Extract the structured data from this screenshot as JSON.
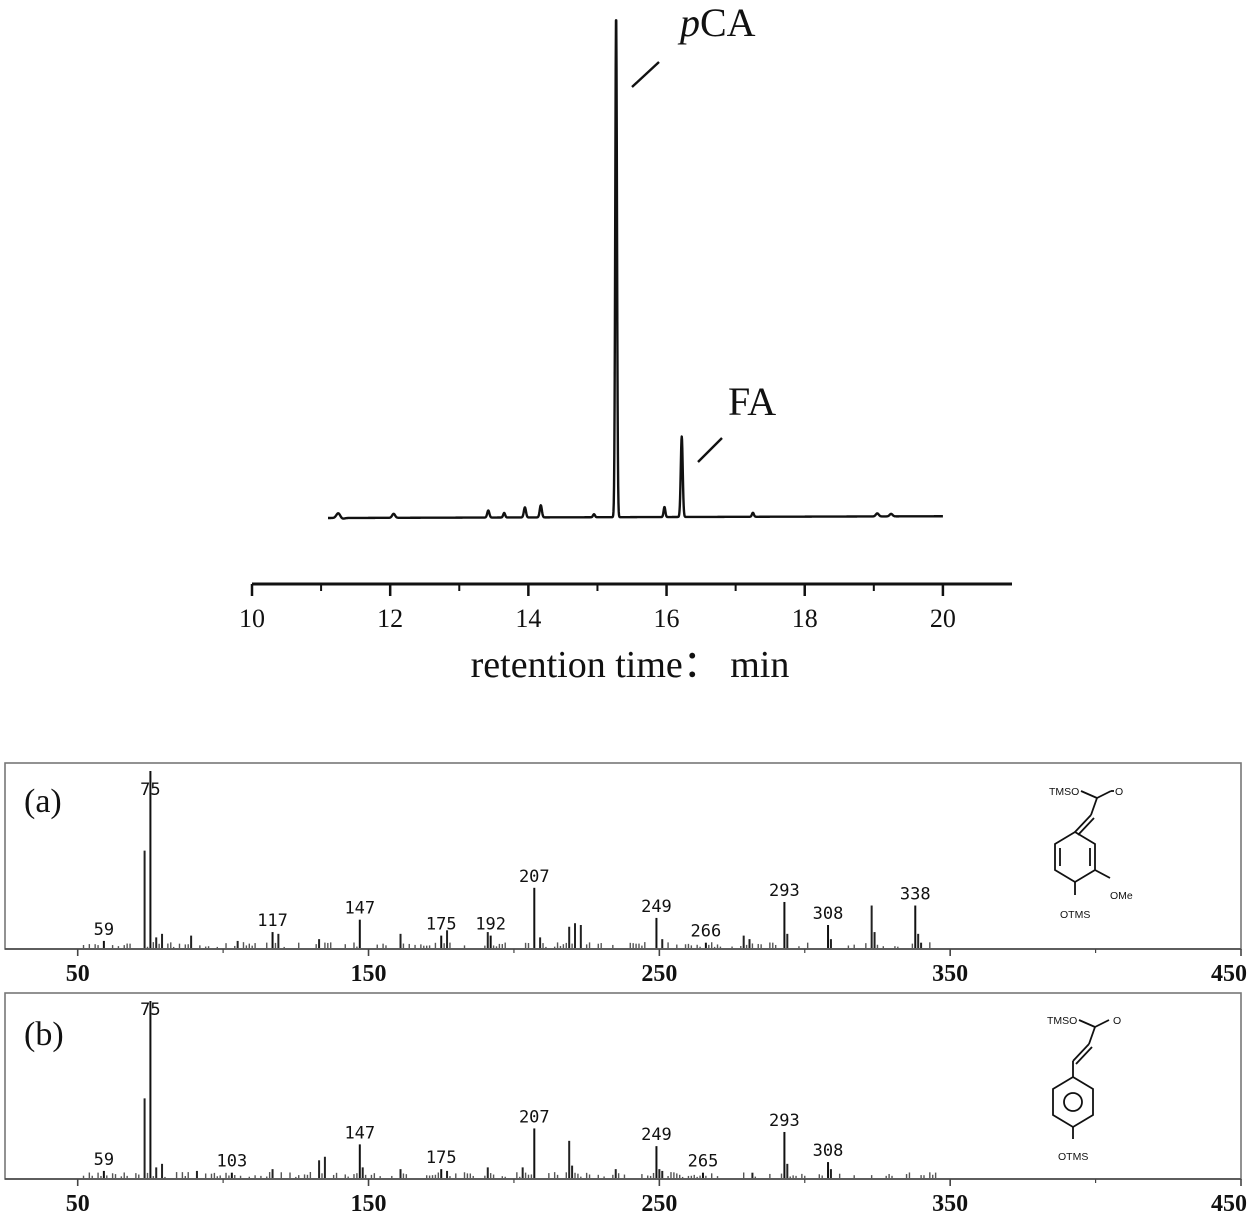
{
  "chart_data": [
    {
      "type": "line",
      "xlabel": "retention time： min",
      "xlim": [
        10,
        21
      ],
      "x_ticks": [
        "10",
        "12",
        "14",
        "16",
        "18",
        "20"
      ],
      "y_axis_shown": false,
      "grid": false,
      "baseline": 0.0,
      "peaks": [
        {
          "x": 11.25,
          "height": 0.01,
          "width": 0.04
        },
        {
          "x": 12.05,
          "height": 0.008,
          "width": 0.03
        },
        {
          "x": 13.42,
          "height": 0.014,
          "width": 0.022
        },
        {
          "x": 13.65,
          "height": 0.009,
          "width": 0.02
        },
        {
          "x": 13.95,
          "height": 0.02,
          "width": 0.022
        },
        {
          "x": 14.18,
          "height": 0.024,
          "width": 0.022
        },
        {
          "x": 14.95,
          "height": 0.006,
          "width": 0.02
        },
        {
          "x": 15.27,
          "height": 1.0,
          "width": 0.018,
          "label": "pCA"
        },
        {
          "x": 15.97,
          "height": 0.02,
          "width": 0.018
        },
        {
          "x": 16.22,
          "height": 0.16,
          "width": 0.02,
          "label": "FA"
        },
        {
          "x": 17.25,
          "height": 0.008,
          "width": 0.02
        },
        {
          "x": 19.05,
          "height": 0.006,
          "width": 0.03
        },
        {
          "x": 19.25,
          "height": 0.005,
          "width": 0.03
        }
      ],
      "annotations": [
        {
          "text_italic": "p",
          "text": "CA",
          "x": 15.27
        },
        {
          "text": "FA",
          "x": 16.22
        }
      ]
    },
    {
      "type": "bar",
      "panel": "(a)",
      "xlim": [
        25,
        450
      ],
      "x_ticks": [
        "50",
        "150",
        "250",
        "350",
        "450"
      ],
      "y_axis_shown": false,
      "labeled_peaks": [
        {
          "mz": 75,
          "intensity": 100
        },
        {
          "mz": 59,
          "intensity": 4
        },
        {
          "mz": 117,
          "intensity": 9
        },
        {
          "mz": 147,
          "intensity": 16
        },
        {
          "mz": 175,
          "intensity": 7
        },
        {
          "mz": 192,
          "intensity": 7
        },
        {
          "mz": 207,
          "intensity": 34
        },
        {
          "mz": 249,
          "intensity": 17
        },
        {
          "mz": 266,
          "intensity": 3
        },
        {
          "mz": 293,
          "intensity": 26
        },
        {
          "mz": 308,
          "intensity": 13
        },
        {
          "mz": 338,
          "intensity": 24
        }
      ],
      "other_peaks": [
        {
          "mz": 73,
          "intensity": 55
        },
        {
          "mz": 77,
          "intensity": 6
        },
        {
          "mz": 79,
          "intensity": 8
        },
        {
          "mz": 89,
          "intensity": 7
        },
        {
          "mz": 105,
          "intensity": 4
        },
        {
          "mz": 119,
          "intensity": 8
        },
        {
          "mz": 133,
          "intensity": 5
        },
        {
          "mz": 161,
          "intensity": 8
        },
        {
          "mz": 177,
          "intensity": 10
        },
        {
          "mz": 191,
          "intensity": 9
        },
        {
          "mz": 209,
          "intensity": 6
        },
        {
          "mz": 219,
          "intensity": 12
        },
        {
          "mz": 221,
          "intensity": 14
        },
        {
          "mz": 223,
          "intensity": 13
        },
        {
          "mz": 251,
          "intensity": 5
        },
        {
          "mz": 279,
          "intensity": 7
        },
        {
          "mz": 281,
          "intensity": 5
        },
        {
          "mz": 294,
          "intensity": 8
        },
        {
          "mz": 309,
          "intensity": 5
        },
        {
          "mz": 323,
          "intensity": 24
        },
        {
          "mz": 324,
          "intensity": 9
        },
        {
          "mz": 339,
          "intensity": 8
        },
        {
          "mz": 340,
          "intensity": 3
        }
      ],
      "structure": {
        "group_top": "TMSO",
        "carbonyl": "O",
        "substituent": "OMe",
        "group_bottom": "OTMS"
      }
    },
    {
      "type": "bar",
      "panel": "(b)",
      "xlim": [
        25,
        450
      ],
      "x_ticks": [
        "50",
        "150",
        "250",
        "350",
        "450"
      ],
      "y_axis_shown": false,
      "labeled_peaks": [
        {
          "mz": 75,
          "intensity": 100
        },
        {
          "mz": 59,
          "intensity": 4
        },
        {
          "mz": 103,
          "intensity": 3
        },
        {
          "mz": 147,
          "intensity": 19
        },
        {
          "mz": 175,
          "intensity": 5
        },
        {
          "mz": 207,
          "intensity": 28
        },
        {
          "mz": 249,
          "intensity": 18
        },
        {
          "mz": 265,
          "intensity": 3
        },
        {
          "mz": 293,
          "intensity": 26
        },
        {
          "mz": 308,
          "intensity": 9
        }
      ],
      "other_peaks": [
        {
          "mz": 73,
          "intensity": 45
        },
        {
          "mz": 77,
          "intensity": 6
        },
        {
          "mz": 79,
          "intensity": 8
        },
        {
          "mz": 91,
          "intensity": 4
        },
        {
          "mz": 117,
          "intensity": 5
        },
        {
          "mz": 133,
          "intensity": 10
        },
        {
          "mz": 135,
          "intensity": 12
        },
        {
          "mz": 148,
          "intensity": 6
        },
        {
          "mz": 161,
          "intensity": 5
        },
        {
          "mz": 177,
          "intensity": 4
        },
        {
          "mz": 191,
          "intensity": 6
        },
        {
          "mz": 203,
          "intensity": 6
        },
        {
          "mz": 219,
          "intensity": 21
        },
        {
          "mz": 220,
          "intensity": 7
        },
        {
          "mz": 235,
          "intensity": 5
        },
        {
          "mz": 250,
          "intensity": 5
        },
        {
          "mz": 251,
          "intensity": 4
        },
        {
          "mz": 282,
          "intensity": 3
        },
        {
          "mz": 294,
          "intensity": 8
        },
        {
          "mz": 309,
          "intensity": 5
        }
      ],
      "structure": {
        "group_top": "TMSO",
        "carbonyl": "O",
        "group_bottom": "OTMS"
      }
    }
  ],
  "colors": {
    "ink": "#111111",
    "frame": "#777777",
    "spectrum": "#555555"
  }
}
